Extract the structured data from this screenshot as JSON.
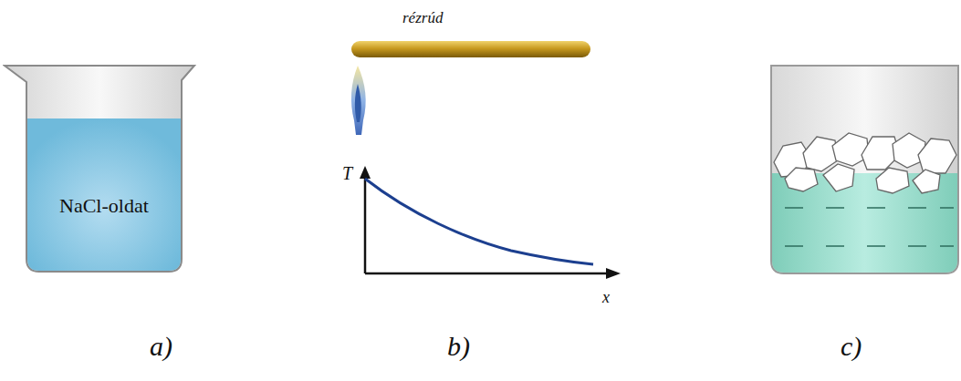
{
  "diagram": {
    "nodes": [
      {
        "text": [
          "NaCl-oldat"
        ]
      }
    ],
    "labels": [
      "rézrúd",
      "T",
      "x",
      "a)",
      "b)",
      "c)"
    ]
  }
}
